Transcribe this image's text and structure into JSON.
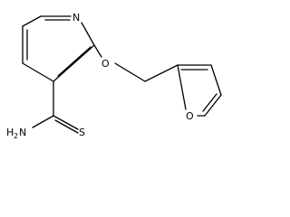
{
  "molecule": {
    "atoms": {
      "pyridine_n": "N",
      "ether_o": "O",
      "furan_o": "O",
      "thio_s": "S",
      "amine_h": "H",
      "amine_h_count": "2",
      "amine_n": "N"
    }
  },
  "colors": {
    "bond": "#000000",
    "background": "#ffffff"
  }
}
